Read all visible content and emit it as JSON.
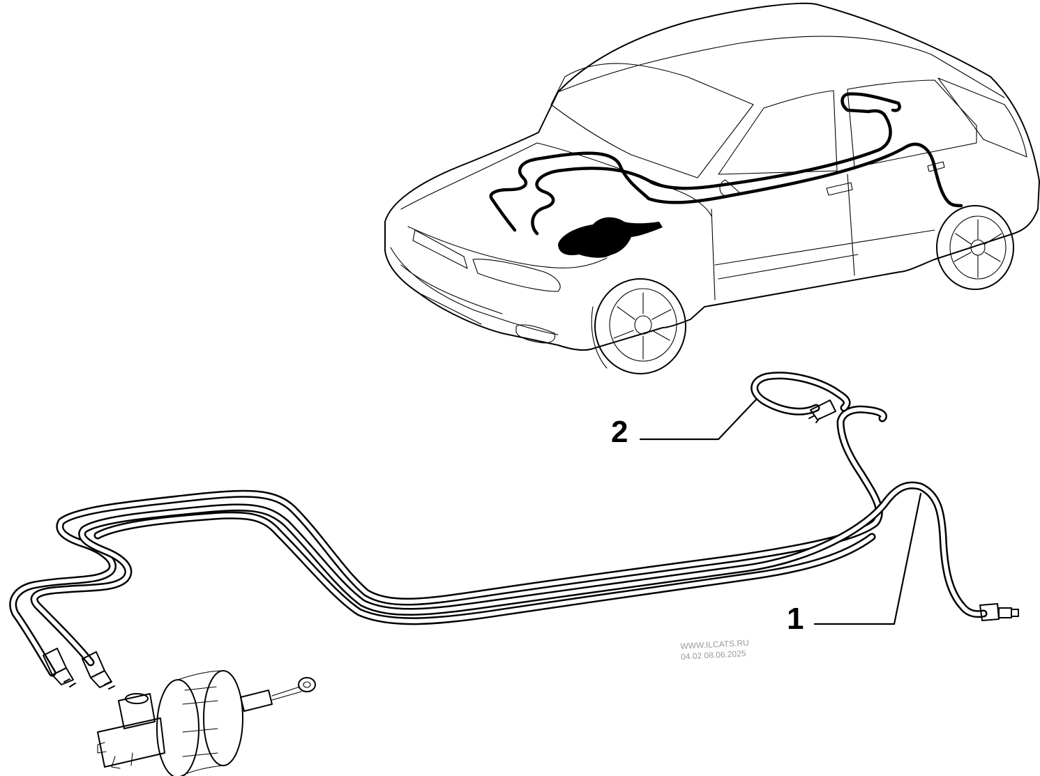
{
  "callouts": {
    "label_1": "1",
    "label_2": "2"
  },
  "watermark": {
    "line1": "WWW.ILCATS.RU",
    "line2": "04.02 08.06.2025"
  },
  "colors": {
    "ink": "#000000",
    "background": "#ffffff",
    "watermark": "#9a9a9a"
  }
}
